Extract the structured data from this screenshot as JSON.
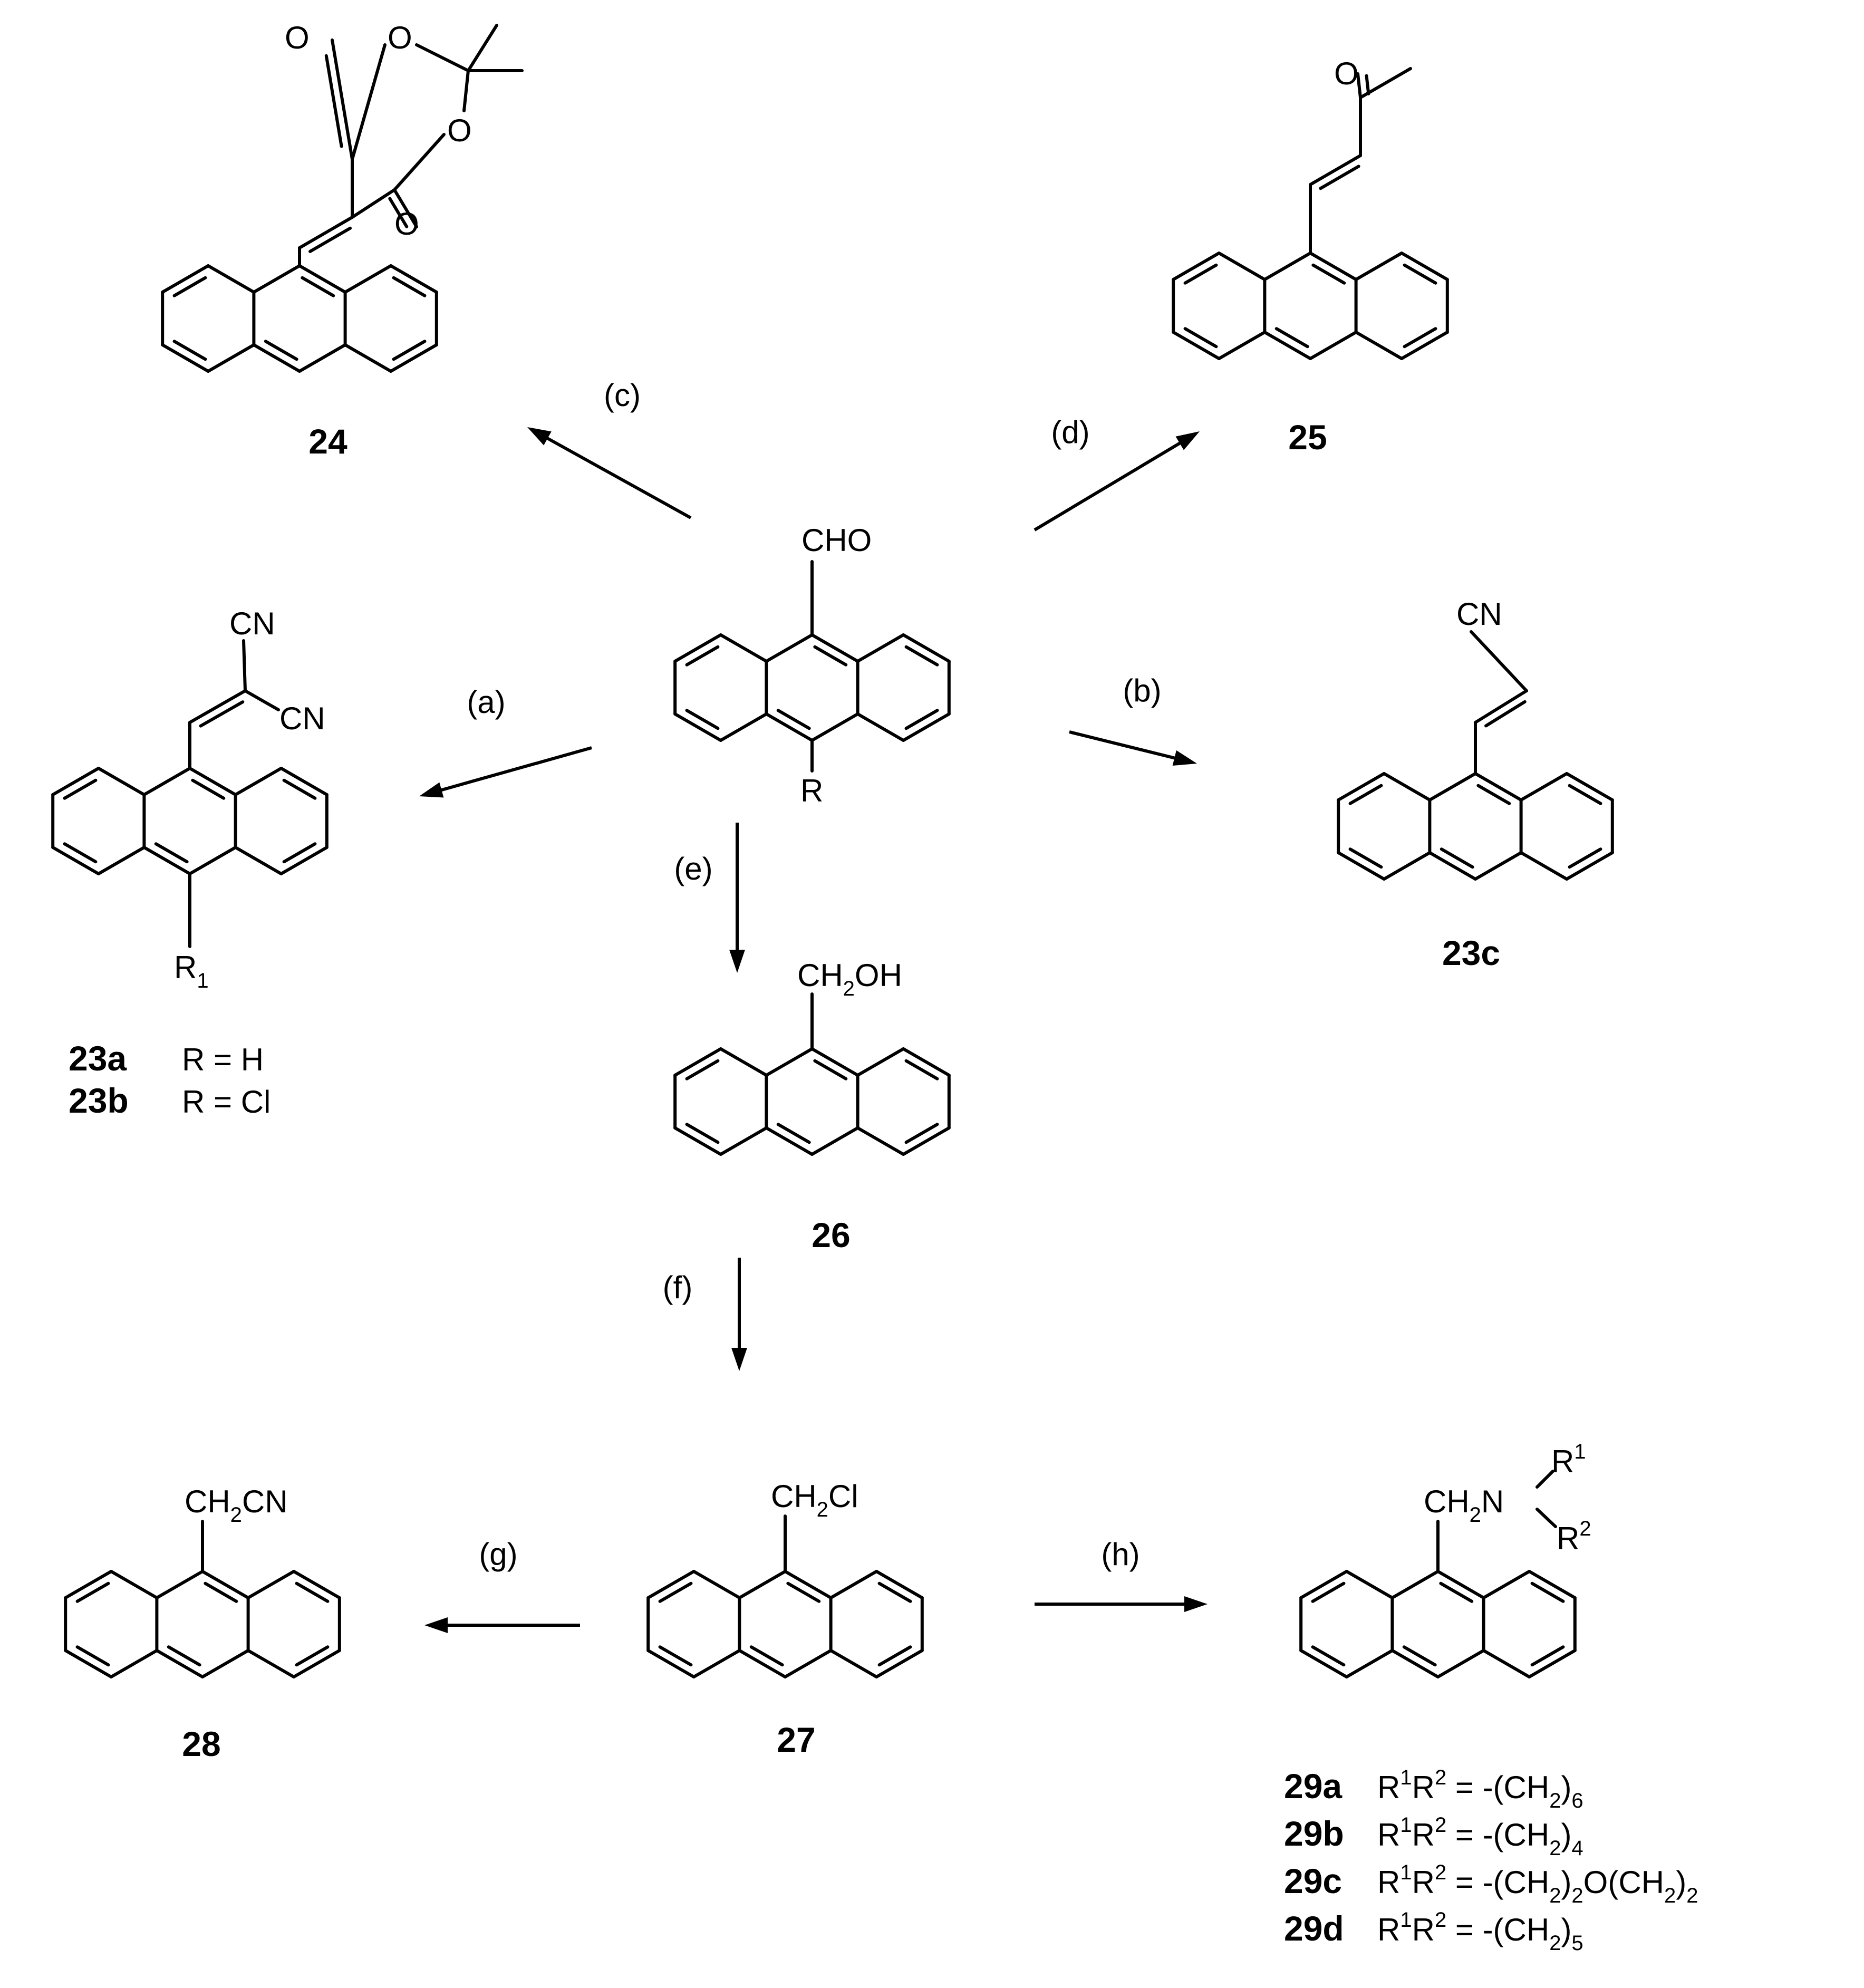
{
  "scheme": {
    "start": {
      "group": "CHO",
      "substituent": "R"
    },
    "reagents": {
      "a": "(a)",
      "b": "(b)",
      "c": "(c)",
      "d": "(d)",
      "e": "(e)",
      "f": "(f)",
      "g": "(g)",
      "h": "(h)"
    },
    "compounds": {
      "c24": {
        "label": "24",
        "atoms": {
          "o1": "O",
          "o2": "O",
          "o3": "O",
          "o4": "O"
        }
      },
      "c25": {
        "label": "25",
        "atoms": {
          "o": "O"
        }
      },
      "c23ab": {
        "groups": {
          "cn1": "CN",
          "cn2": "CN",
          "r1": "R",
          "r1sub": "1"
        }
      },
      "c23a": {
        "label": "23a",
        "def": "R = H"
      },
      "c23b": {
        "label": "23b",
        "def": "R = Cl"
      },
      "c23c": {
        "label": "23c",
        "group": "CN"
      },
      "c26": {
        "label": "26",
        "group": {
          "a": "CH",
          "sub": "2",
          "b": "OH"
        }
      },
      "c27": {
        "label": "27",
        "group": {
          "a": "CH",
          "sub": "2",
          "b": "Cl"
        }
      },
      "c28": {
        "label": "28",
        "group": {
          "a": "CH",
          "sub": "2",
          "b": "CN"
        }
      },
      "c29": {
        "group": {
          "a": "CH",
          "sub": "2",
          "b": "N"
        },
        "r1": {
          "base": "R",
          "sup": "1"
        },
        "r2": {
          "base": "R",
          "sup": "2"
        },
        "variants": [
          {
            "label": "29a",
            "lhs": {
              "r": "R",
              "s1": "1",
              "r2": "R",
              "s2": "2"
            },
            "rhs": " = -(CH",
            "n1": "2",
            "tail": ")",
            "n2": "6",
            "tail2": "",
            "n3": "",
            "tail3": ""
          },
          {
            "label": "29b",
            "lhs": {
              "r": "R",
              "s1": "1",
              "r2": "R",
              "s2": "2"
            },
            "rhs": " = -(CH",
            "n1": "2",
            "tail": ")",
            "n2": "4",
            "tail2": "",
            "n3": "",
            "tail3": ""
          },
          {
            "label": "29c",
            "lhs": {
              "r": "R",
              "s1": "1",
              "r2": "R",
              "s2": "2"
            },
            "rhs": " = -(CH",
            "n1": "2",
            "tail": ")",
            "n2": "2",
            "tail2": "O(CH",
            "n3": "2",
            "tail3": ")",
            "n4": "2"
          },
          {
            "label": "29d",
            "lhs": {
              "r": "R",
              "s1": "1",
              "r2": "R",
              "s2": "2"
            },
            "rhs": " = -(CH",
            "n1": "2",
            "tail": ")",
            "n2": "5",
            "tail2": "",
            "n3": "",
            "tail3": ""
          }
        ]
      }
    }
  }
}
